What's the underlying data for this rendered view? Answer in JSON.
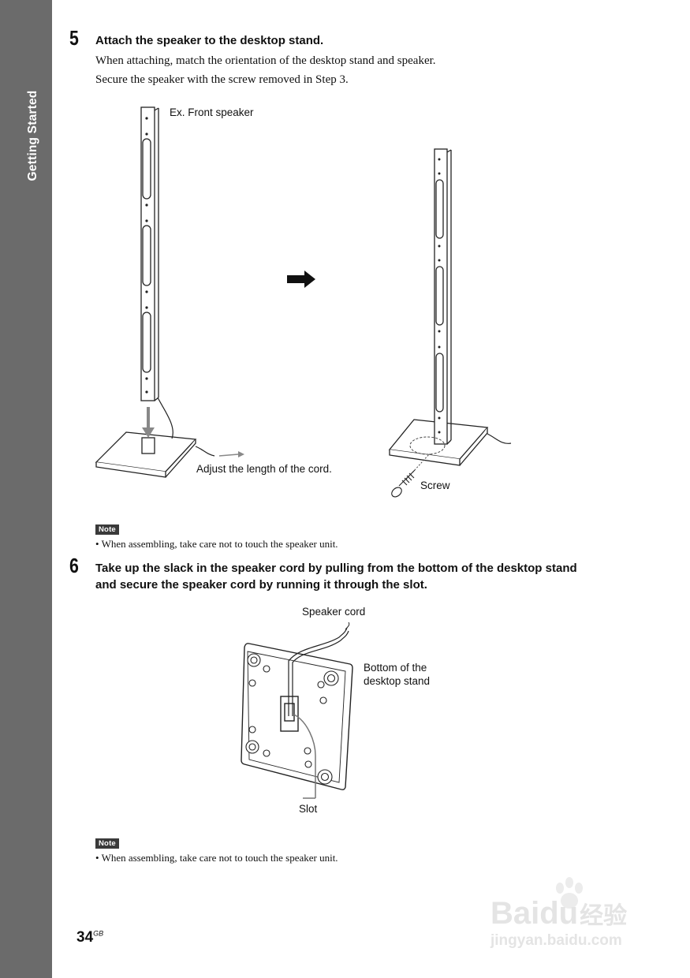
{
  "sidebar": {
    "section_label": "Getting Started"
  },
  "steps": [
    {
      "number": "5",
      "title": "Attach the speaker to the desktop stand.",
      "lines": [
        "When attaching, match the orientation of the desktop stand and speaker.",
        "Secure the speaker with the screw removed in Step 3."
      ],
      "figure_labels": {
        "example": "Ex. Front speaker",
        "adjust": "Adjust the length of the cord.",
        "screw": "Screw"
      },
      "note": {
        "badge": "Note",
        "text": "• When assembling, take care not to touch the speaker unit."
      }
    },
    {
      "number": "6",
      "title_line1": "Take up the slack in the speaker cord by pulling from the bottom of the desktop stand",
      "title_line2": "and secure the speaker cord by running it through the slot.",
      "figure_labels": {
        "cord": "Speaker cord",
        "bottom_line1": "Bottom of the",
        "bottom_line2": "desktop stand",
        "slot": "Slot"
      },
      "note": {
        "badge": "Note",
        "text": "• When assembling, take care not to touch the speaker unit."
      }
    }
  ],
  "footer": {
    "page_number": "34",
    "page_suffix": "GB"
  },
  "watermark": {
    "brand": "Bai",
    "brand2": "du",
    "cn": "经验",
    "url": "jingyan.baidu.com"
  },
  "icons": [
    "arrow-right-icon",
    "down-arrow-icon",
    "paw-icon"
  ]
}
